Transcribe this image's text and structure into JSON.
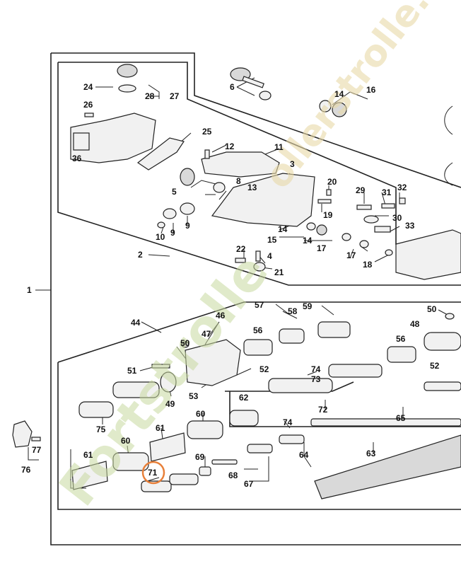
{
  "diagram": {
    "watermark_left": "Fortstrolle",
    "watermark_right": "ollerstrolle.com",
    "highlight_color": "#e8803a",
    "labels": {
      "p1": "1",
      "p2": "2",
      "p3": "3",
      "p4": "4",
      "p5": "5",
      "p6": "6",
      "p8": "8",
      "p9": "9",
      "p9b": "9",
      "p10": "10",
      "p11": "11",
      "p12": "12",
      "p13": "13",
      "p14a": "14",
      "p14b": "14",
      "p14c": "14",
      "p15": "15",
      "p16": "16",
      "p17a": "17",
      "p17b": "17",
      "p18": "18",
      "p19": "19",
      "p20": "20",
      "p21": "21",
      "p22": "22",
      "p24": "24",
      "p25": "25",
      "p26": "26",
      "p27": "27",
      "p28": "28",
      "p29": "29",
      "p30": "30",
      "p31": "31",
      "p32": "32",
      "p33": "33",
      "p36": "36",
      "p44": "44",
      "p46": "46",
      "p47": "47",
      "p48": "48",
      "p49": "49",
      "p50a": "50",
      "p50b": "50",
      "p51": "51",
      "p52a": "52",
      "p52b": "52",
      "p53": "53",
      "p56a": "56",
      "p56b": "56",
      "p57": "57",
      "p58": "58",
      "p59": "59",
      "p60a": "60",
      "p60b": "60",
      "p61a": "61",
      "p61b": "61",
      "p62": "62",
      "p63": "63",
      "p64": "64",
      "p65": "65",
      "p67": "67",
      "p68": "68",
      "p69": "69",
      "p71": "71",
      "p72": "72",
      "p73": "73",
      "p74a": "74",
      "p74b": "74",
      "p75": "75",
      "p76": "76",
      "p77": "77"
    }
  }
}
